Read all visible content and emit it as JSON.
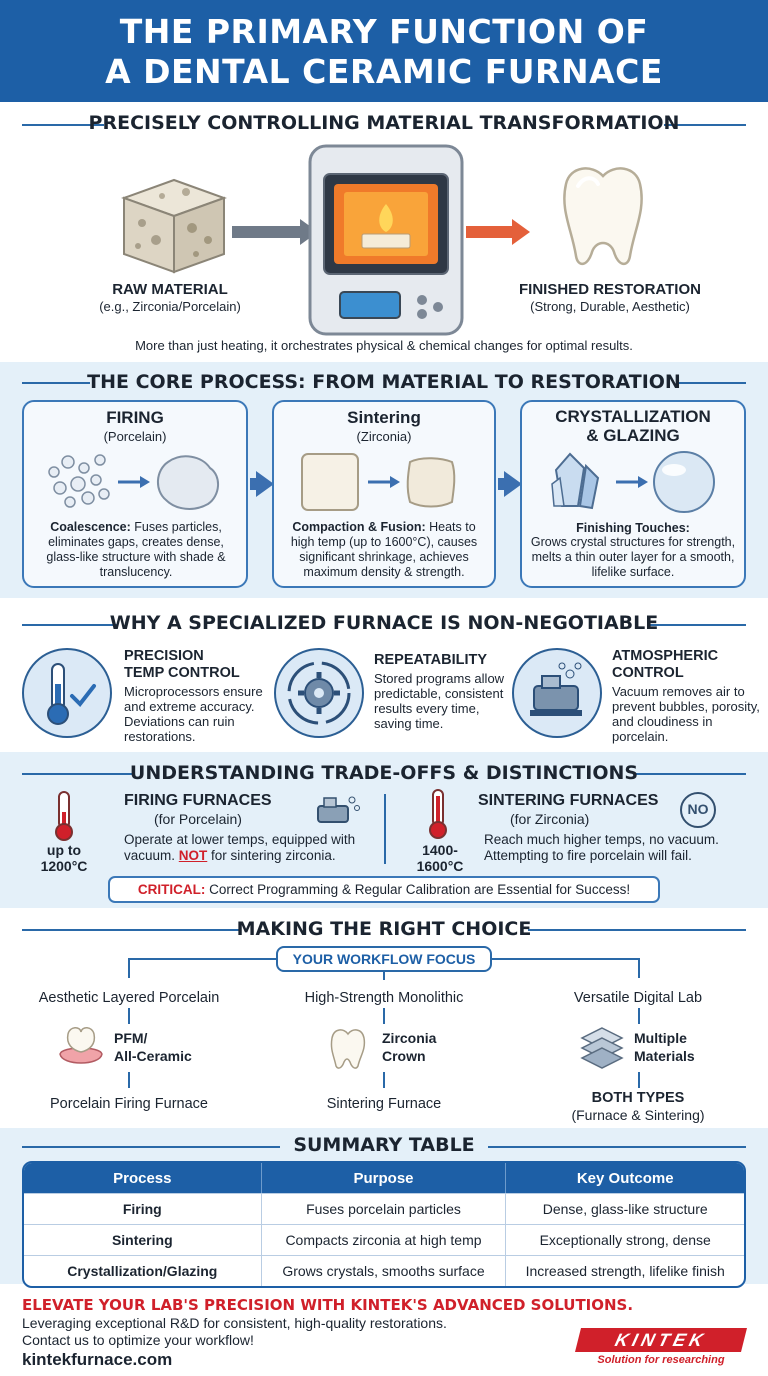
{
  "header": {
    "line1": "THE PRIMARY FUNCTION OF",
    "line2": "A DENTAL CERAMIC FURNACE"
  },
  "s1": {
    "title": "PRECISELY CONTROLLING MATERIAL TRANSFORMATION",
    "raw_label": "RAW MATERIAL",
    "raw_sub": "(e.g., Zirconia/Porcelain)",
    "finished_label": "FINISHED RESTORATION",
    "finished_sub": "(Strong, Durable, Aesthetic)",
    "caption": "More than just heating, it orchestrates physical & chemical changes for optimal results."
  },
  "s2": {
    "title": "THE CORE PROCESS: FROM MATERIAL TO RESTORATION",
    "cards": [
      {
        "title": "FIRING",
        "sub": "(Porcelain)",
        "lead": "Coalescence:",
        "text": " Fuses particles, eliminates gaps, creates dense, glass-like structure with shade & translucency."
      },
      {
        "title": "Sintering",
        "sub": "(Zirconia)",
        "lead": "Compaction & Fusion:",
        "text": " Heats to high temp (up to 1600°C), causes significant shrinkage, achieves maximum density & strength."
      },
      {
        "title": "CRYSTALLIZATION",
        "title2": "& GLAZING",
        "lead": "Finishing Touches:",
        "text": "Grows crystal structures for strength, melts a thin outer layer for a smooth, lifelike surface."
      }
    ]
  },
  "s3": {
    "title": "WHY A SPECIALIZED FURNACE IS NON-NEGOTIABLE",
    "items": [
      {
        "title1": "PRECISION",
        "title2": "TEMP CONTROL",
        "text": "Microprocessors ensure and extreme accuracy. Deviations can ruin restorations."
      },
      {
        "title1": "REPEATABILITY",
        "text": "Stored programs allow predictable, consistent results every time, saving time."
      },
      {
        "title1": "ATMOSPHERIC",
        "title2": "CONTROL",
        "text": "Vacuum removes air to prevent bubbles, porosity, and cloudiness in porcelain."
      }
    ]
  },
  "s4": {
    "title": "UNDERSTANDING TRADE-OFFS & DISTINCTIONS",
    "left": {
      "temp1": "up to",
      "temp2": "1200°C",
      "title": "FIRING FURNACES",
      "sub": "(for Porcelain)",
      "text_a": "Operate at lower temps, equipped with vacuum. ",
      "not": "NOT",
      "text_b": " for sintering zirconia."
    },
    "right": {
      "temp1": "1400-",
      "temp2": "1600°C",
      "title": "SINTERING FURNACES",
      "sub": "(for Zirconia)",
      "no": "NO",
      "text": "Reach much higher temps, no vacuum. Attempting to fire porcelain will fail."
    },
    "critical_lead": "CRITICAL:",
    "critical_text": " Correct Programming & Regular Calibration are Essential for Success!"
  },
  "s5": {
    "title": "MAKING THE RIGHT CHOICE",
    "focus": "YOUR WORKFLOW FOCUS",
    "cols": [
      {
        "head": "Aesthetic Layered Porcelain",
        "mid1": "PFM/",
        "mid2": "All-Ceramic",
        "result": "Porcelain Firing Furnace"
      },
      {
        "head": "High-Strength Monolithic",
        "mid1": "Zirconia",
        "mid2": "Crown",
        "result": "Sintering Furnace"
      },
      {
        "head": "Versatile Digital Lab",
        "mid1": "Multiple",
        "mid2": "Materials",
        "result": "BOTH TYPES",
        "result_sub": "(Furnace & Sintering)"
      }
    ]
  },
  "s6": {
    "title": "SUMMARY TABLE",
    "headers": [
      "Process",
      "Purpose",
      "Key Outcome"
    ],
    "rows": [
      [
        "Firing",
        "Fuses porcelain particles",
        "Dense, glass-like structure"
      ],
      [
        "Sintering",
        "Compacts zirconia at high temp",
        "Exceptionally strong, dense"
      ],
      [
        "Crystallization/Glazing",
        "Grows crystals, smooths surface",
        "Increased strength, lifelike finish"
      ]
    ]
  },
  "footer": {
    "cta": "ELEVATE YOUR LAB'S PRECISION WITH KINTEK'S ADVANCED SOLUTIONS.",
    "line1": "Leveraging exceptional R&D for consistent, high-quality restorations.",
    "line2": "Contact us to optimize your workflow!",
    "url": "kintekfurnace.com",
    "logo": "KINTEK",
    "tagline": "Solution for researching"
  },
  "colors": {
    "primary": "#1d5fa6",
    "tint": "#e4f0f9",
    "accent_red": "#d0202a",
    "arrow_orange": "#e4603a"
  }
}
